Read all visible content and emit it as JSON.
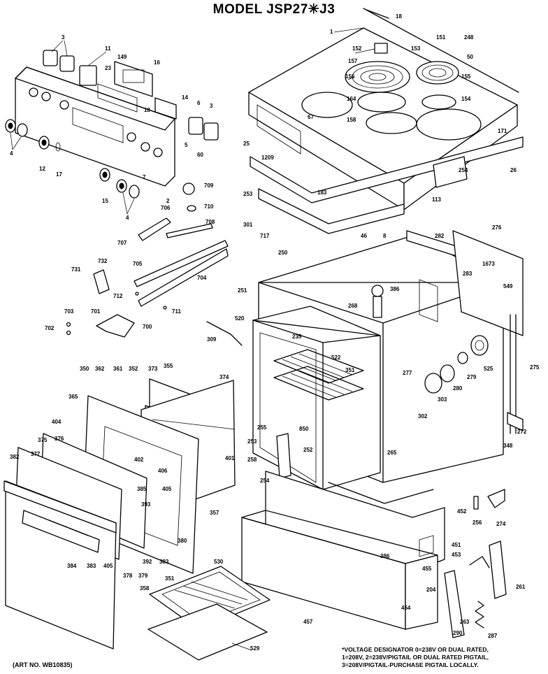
{
  "title": "MODEL JSP27✳J3",
  "art_number": "(ART NO. WB10835)",
  "voltage_note": [
    "*VOLTAGE DESIGNATOR 0=238V OR DUAL RATED,",
    "1=208V, 2=238V/PIGTAIL OR DUAL RATED PIGTAIL,",
    "3=208V/PIGTAIL-PURCHASE PIGTAIL LOCALLY."
  ],
  "part_labels": [
    "3",
    "11",
    "149",
    "16",
    "23",
    "14",
    "6",
    "3",
    "4",
    "12",
    "17",
    "7",
    "5",
    "60",
    "15",
    "4",
    "2",
    "18",
    "709",
    "710",
    "706",
    "708",
    "707",
    "705",
    "704",
    "731",
    "732",
    "712",
    "711",
    "703",
    "702",
    "701",
    "700",
    "1",
    "18",
    "151",
    "248",
    "152",
    "153",
    "157",
    "50",
    "156",
    "155",
    "164",
    "154",
    "158",
    "67",
    "171",
    "25",
    "1209",
    "26",
    "254",
    "253",
    "183",
    "113",
    "301",
    "717",
    "46",
    "8",
    "282",
    "276",
    "250",
    "1673",
    "283",
    "549",
    "251",
    "386",
    "268",
    "520",
    "235",
    "522",
    "309",
    "351",
    "277",
    "525",
    "279",
    "280",
    "303",
    "275",
    "302",
    "350",
    "362",
    "361",
    "352",
    "355",
    "373",
    "374",
    "365",
    "404",
    "375",
    "376",
    "382",
    "377",
    "401",
    "402",
    "406",
    "405",
    "385",
    "393",
    "380",
    "357",
    "272",
    "348",
    "252",
    "255",
    "253",
    "258",
    "254",
    "850",
    "265",
    "256",
    "274",
    "452",
    "451",
    "453",
    "455",
    "386",
    "384",
    "383",
    "405",
    "378",
    "379",
    "392",
    "383",
    "351",
    "358",
    "530",
    "457",
    "261",
    "204",
    "263",
    "290",
    "287",
    "454",
    "529"
  ]
}
